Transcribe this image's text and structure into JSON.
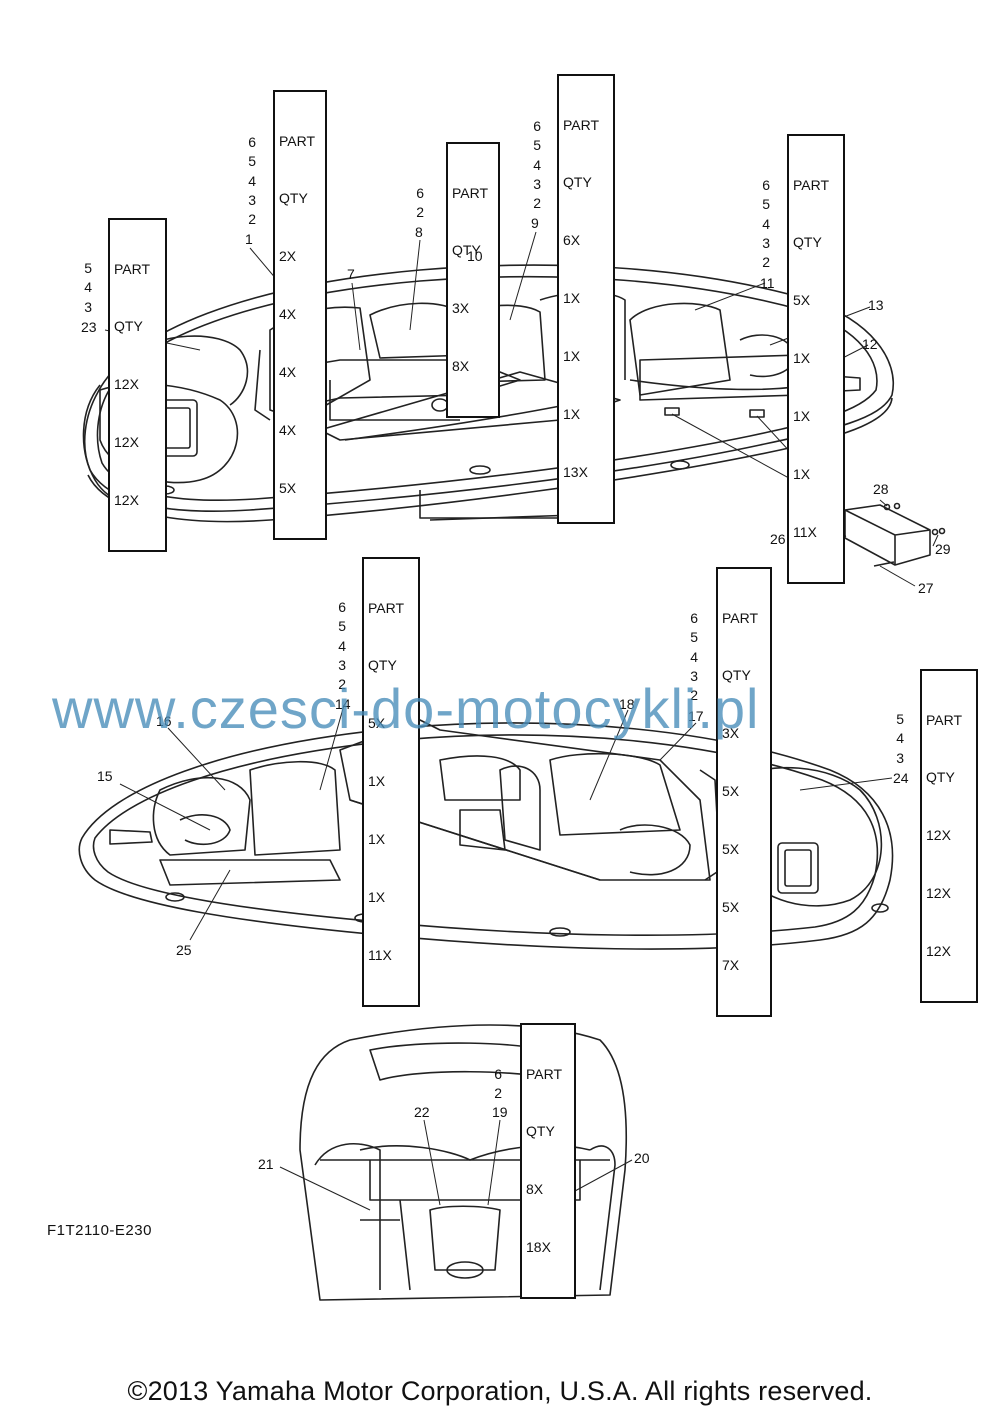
{
  "qty_tables": [
    {
      "id": "t1",
      "header": [
        "PART",
        "QTY"
      ],
      "parts": [
        "6",
        "5",
        "4",
        "3",
        "2"
      ],
      "qtys": [
        "2X",
        "4X",
        "4X",
        "4X",
        "5X"
      ]
    },
    {
      "id": "t2",
      "header": [
        "PART",
        "QTY"
      ],
      "parts": [
        "6",
        "2"
      ],
      "qtys": [
        "3X",
        "8X"
      ]
    },
    {
      "id": "t3",
      "header": [
        "PART",
        "QTY"
      ],
      "parts": [
        "6",
        "5",
        "4",
        "3",
        "2"
      ],
      "qtys": [
        "6X",
        "1X",
        "1X",
        "1X",
        "13X"
      ]
    },
    {
      "id": "t4",
      "header": [
        "PART",
        "QTY"
      ],
      "parts": [
        "6",
        "5",
        "4",
        "3",
        "2"
      ],
      "qtys": [
        "5X",
        "1X",
        "1X",
        "1X",
        "11X"
      ]
    },
    {
      "id": "t5",
      "header": [
        "PART",
        "QTY"
      ],
      "parts": [
        "5",
        "4",
        "3"
      ],
      "qtys": [
        "12X",
        "12X",
        "12X"
      ]
    },
    {
      "id": "t6",
      "header": [
        "PART",
        "QTY"
      ],
      "parts": [
        "6",
        "5",
        "4",
        "3",
        "2"
      ],
      "qtys": [
        "5X",
        "1X",
        "1X",
        "1X",
        "11X"
      ]
    },
    {
      "id": "t7",
      "header": [
        "PART",
        "QTY"
      ],
      "parts": [
        "6",
        "5",
        "4",
        "3",
        "2"
      ],
      "qtys": [
        "3X",
        "5X",
        "5X",
        "5X",
        "7X"
      ]
    },
    {
      "id": "t8",
      "header": [
        "PART",
        "QTY"
      ],
      "parts": [
        "5",
        "4",
        "3"
      ],
      "qtys": [
        "12X",
        "12X",
        "12X"
      ]
    },
    {
      "id": "t9",
      "header": [
        "PART",
        "QTY"
      ],
      "parts": [
        "6",
        "2"
      ],
      "qtys": [
        "8X",
        "18X"
      ]
    }
  ],
  "callouts": [
    "1",
    "8",
    "9",
    "7",
    "10",
    "11",
    "23",
    "13",
    "12",
    "28",
    "26",
    "29",
    "27",
    "14",
    "16",
    "15",
    "18",
    "17",
    "24",
    "25",
    "19",
    "22",
    "21",
    "20"
  ],
  "figure_code": "F1T2110-E230",
  "copyright": "©2013 Yamaha Motor Corporation, U.S.A. All rights reserved.",
  "watermark": "www.czesci-do-motocykli.pl"
}
